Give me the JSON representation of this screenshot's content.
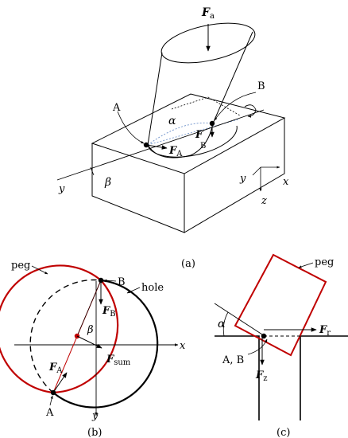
{
  "panel_a": {
    "caption": "(a)",
    "force_top": "F",
    "force_top_sub": "a",
    "force_A": "F",
    "force_A_sub": "A",
    "force_B": "F",
    "force_B_sub": "B",
    "point_A": "A",
    "point_B": "B",
    "angle_alpha": "α",
    "angle_beta": "β",
    "axis_y_long": "y",
    "axis_y": "y",
    "axis_x": "x",
    "axis_z": "z"
  },
  "panel_b": {
    "caption": "(b)",
    "label_peg": "peg",
    "label_hole": "hole",
    "point_A": "A",
    "point_B": "B",
    "force_B": "F",
    "force_B_sub": "B",
    "force_A": "F",
    "force_A_sub": "A",
    "force_sum": "F",
    "force_sum_sub": "sum",
    "angle_beta": "β",
    "axis_x": "x",
    "axis_y": "y"
  },
  "panel_c": {
    "caption": "(c)",
    "label_peg": "peg",
    "angle_alpha": "α",
    "force_r": "F",
    "force_r_sub": "r",
    "force_z": "F",
    "force_z_sub": "z",
    "point_AB": "A, B"
  },
  "colors": {
    "peg": "#c00000",
    "ink": "#000000",
    "guide": "#6a8fc9"
  }
}
